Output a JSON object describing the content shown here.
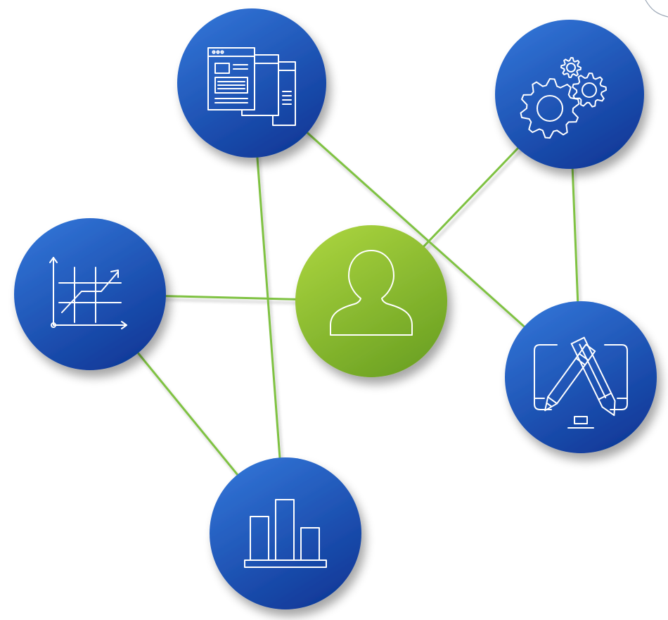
{
  "colors": {
    "node_blue_light": "#2e6fd0",
    "node_blue_dark": "#0f3a9a",
    "node_green_light": "#a4cf3c",
    "node_green_dark": "#6fa523",
    "connector": "#7fc242",
    "icon_stroke": "#ffffff"
  },
  "nodes": [
    {
      "id": "website",
      "icon": "website-layout-icon",
      "color": "blue"
    },
    {
      "id": "settings",
      "icon": "gears-icon",
      "color": "blue"
    },
    {
      "id": "analytics",
      "icon": "line-graph-icon",
      "color": "blue"
    },
    {
      "id": "user",
      "icon": "user-icon",
      "color": "green"
    },
    {
      "id": "design",
      "icon": "design-tools-icon",
      "color": "blue"
    },
    {
      "id": "statistics",
      "icon": "bar-chart-icon",
      "color": "blue"
    }
  ],
  "edges": [
    {
      "from": "website",
      "to": "design"
    },
    {
      "from": "website",
      "to": "statistics"
    },
    {
      "from": "settings",
      "to": "user"
    },
    {
      "from": "settings",
      "to": "design"
    },
    {
      "from": "analytics",
      "to": "user"
    },
    {
      "from": "analytics",
      "to": "statistics"
    }
  ]
}
